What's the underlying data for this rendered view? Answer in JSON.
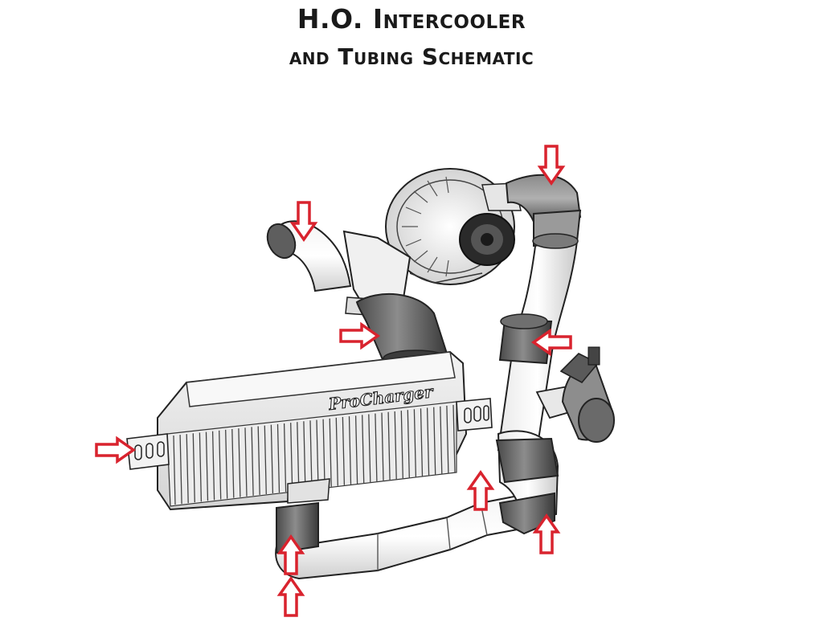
{
  "title": {
    "line1": "H.O. Intercooler",
    "line2": "and Tubing Schematic"
  },
  "diagram": {
    "brand_logo_text": "ProCharger",
    "components": [
      "supercharger-head-unit",
      "intercooler-core",
      "intercooler-mounting-bracket",
      "inlet-elbow",
      "discharge-elbow",
      "upper-tube",
      "lower-u-tube",
      "bypass-valve",
      "coupler-hoses"
    ],
    "markers": {
      "count": 9,
      "icon": "red-outlined-arrow-icon",
      "color": "#d9232e",
      "directions": [
        "down",
        "down",
        "right",
        "left",
        "right",
        "up",
        "up",
        "up",
        "up"
      ]
    }
  }
}
